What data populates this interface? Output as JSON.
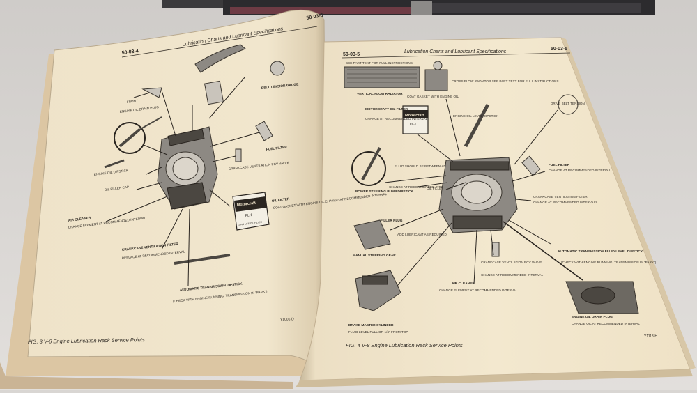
{
  "left_page": {
    "page_number": "50-03-4",
    "header_title": "Lubrication Charts and Lubricant Specifications",
    "corner_number": "50-03-5",
    "figure_caption": "FIG. 3 V-6 Engine Lubrication Rack Service Points",
    "figure_code": "Y1001-D",
    "labels": {
      "front": "FRONT",
      "drain_plug": "ENGINE OIL DRAIN PLUG",
      "belt_tension_gauge": "BELT TENSION GAUGE",
      "dipstick": "ENGINE OIL DIPSTICK",
      "oil_filler_cap": "OIL FILLER CAP",
      "fuel_filter": "FUEL FILTER",
      "crankcase_ventilation": "CRANKCASE VENTILATION PCV VALVE",
      "air_cleaner": "AIR CLEANER",
      "air_cleaner_note": "CHANGE ELEMENT AT RECOMMENDED INTERVAL",
      "oil_filter": "OIL FILTER",
      "oil_filter_note": "COAT GASKET WITH ENGINE OIL CHANGE AT RECOMMENDED INTERVAL",
      "crankcase_filter": "CRANKCASE VENTILATION FILTER",
      "crankcase_filter_note": "REPLACE AT RECOMMENDED INTERVAL",
      "trans_dipstick": "AUTOMATIC TRANSMISSION DIPSTICK",
      "trans_dipstick_note": "(CHECK WITH ENGINE RUNNING, TRANSMISSION IN \"PARK\")",
      "motorcraft": "Motorcraft",
      "fl": "FL-1",
      "long_life": "LONG LIFE OIL FILTER"
    }
  },
  "right_page": {
    "page_number": "50-03-5",
    "header_title": "Lubrication Charts and Lubricant Specifications",
    "corner_number": "50-03-5",
    "figure_caption": "FIG. 4 V-8 Engine Lubrication Rack Service Points",
    "figure_code": "Y1118-H",
    "labels": {
      "see_part_text": "SEE PART TEXT FOR FULL INSTRUCTIONS",
      "vertical_radiator": "VERTICAL FLOW RADIATOR",
      "coat_gasket": "COAT GASKET WITH ENGINE OIL",
      "crossflow_radiator": "CROSS FLOW RADIATOR SEE PART TEXT FOR FULL INSTRUCTIONS",
      "drive_belt": "DRIVE BELT TENSION",
      "motorcraft_oil_filter": "MOTORCRAFT OIL FILTER",
      "motorcraft_note": "CHANGE AT RECOMMENDED INTERVAL",
      "engine_oil_dipstick": "ENGINE OIL LEVEL DIPSTICK",
      "fluid_note": "FLUID SHOULD BE BETWEEN ADD AND FULL MARKS",
      "fuel_filter": "FUEL FILTER",
      "fuel_filter_note": "CHANGE AT RECOMMENDED INTERVAL",
      "power_steering": "POWER STEERING PUMP DIPSTICK",
      "change_at": "CHANGE AT RECOMMENDED INTERVAL",
      "oil_filler_cap": "OIL FILLER CAP",
      "crankcase_filter": "CRANKCASE VENTILATION FILTER",
      "crankcase_filter_note": "CHANGE AT RECOMMENDED INTERVALS",
      "filler_plug": "FILLER PLUG",
      "add_lubricant": "ADD LUBRICANT AS REQUIRED",
      "manual_steering": "MANUAL STEERING GEAR",
      "auto_trans_dipstick": "AUTOMATIC TRANSMISSION FLUID LEVEL DIPSTICK",
      "auto_trans_note": "(CHECK WITH ENGINE RUNNING, TRANSMISSION IN \"PARK\")",
      "pcv": "CRANKCASE VENTILATION PCV VALVE",
      "pcv_note": "CHANGE AT RECOMMENDED INTERVAL",
      "air_cleaner": "AIR CLEANER",
      "air_cleaner_note": "CHANGE ELEMENT AT RECOMMENDED INTERVAL",
      "brake_master": "BRAKE MASTER CYLINDER",
      "brake_master_note": "FLUID LEVEL FULL OR 1/4\" FROM TOP",
      "drain_plug": "ENGINE OIL DRAIN PLUG",
      "drain_plug_note": "CHANGE OIL AT RECOMMENDED INTERVAL",
      "motorcraft": "Motorcraft",
      "fl": "FL-1"
    }
  },
  "colors": {
    "background": "#d9d6d3",
    "left_paper": "#ece1c8",
    "right_paper": "#f1e6cd",
    "outer_cover": "#e2ccaa",
    "ink": "#2a2520"
  }
}
